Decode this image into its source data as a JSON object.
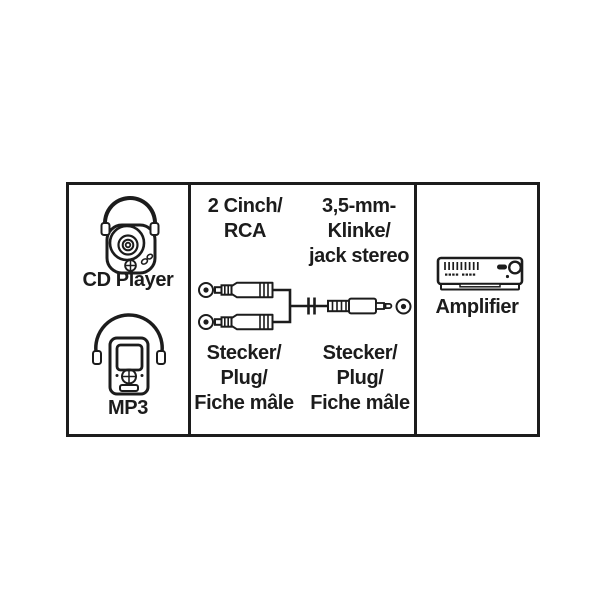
{
  "colors": {
    "background": "#ffffff",
    "line": "#1c1c1c",
    "text": "#1c1c1c"
  },
  "diagram": {
    "source_panel": {
      "devices": [
        {
          "icon": "cd-player-icon",
          "label": "CD Player"
        },
        {
          "icon": "mp3-player-icon",
          "label": "MP3"
        }
      ]
    },
    "cable_panel": {
      "rca_end": {
        "icon": "rca-plugs-icon",
        "socket_symbol": "rca-socket-symbols",
        "name_lines": [
          "2 Cinch/",
          "RCA"
        ],
        "plug_lines": [
          "Stecker/",
          "Plug/",
          "Fiche mâle"
        ]
      },
      "jack_end": {
        "icon": "jack-plug-icon",
        "socket_symbol": "jack-socket-symbol",
        "name_lines": [
          "3,5-mm-",
          "Klinke/",
          "jack stereo"
        ],
        "plug_lines": [
          "Stecker/",
          "Plug/",
          "Fiche mâle"
        ]
      }
    },
    "amp_panel": {
      "devices": [
        {
          "icon": "amplifier-icon",
          "label": "Amplifier"
        }
      ]
    }
  }
}
